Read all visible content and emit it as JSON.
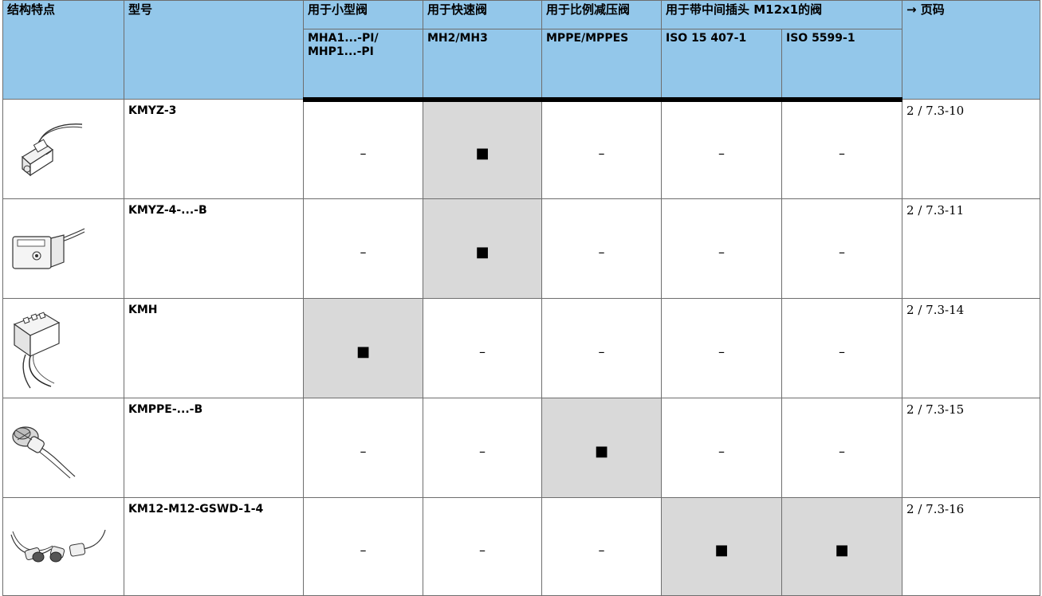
{
  "headers": {
    "structure": "结构特点",
    "model": "型号",
    "small_valve": "用于小型阀",
    "fast_valve": "用于快速阀",
    "proportional_valve": "用于比例减压阀",
    "m12_valve": "用于带中间插头 M12x1的阀",
    "page_ref": "→ 页码"
  },
  "subheaders": {
    "small_valve": "MHA1...-PI/ MHP1...-PI",
    "fast_valve": "MH2/MH3",
    "proportional_valve": "MPPE/MPPES",
    "iso_15407": "ISO 15 407-1",
    "iso_5599": "ISO 5599-1"
  },
  "symbols": {
    "yes": "■",
    "no": "–"
  },
  "rows": [
    {
      "model": "KMYZ-3",
      "icon": "solenoid-plug-connector-icon",
      "cells": [
        "–",
        "■",
        "–",
        "–",
        "–"
      ],
      "page": "2 / 7.3-10"
    },
    {
      "model": "KMYZ-4-...-B",
      "icon": "din-plug-connector-icon",
      "cells": [
        "–",
        "■",
        "–",
        "–",
        "–"
      ],
      "page": "2 / 7.3-11"
    },
    {
      "model": "KMH",
      "icon": "multi-pin-connector-icon",
      "cells": [
        "■",
        "–",
        "–",
        "–",
        "–"
      ],
      "page": "2 / 7.3-14"
    },
    {
      "model": "KMPPE-...-B",
      "icon": "angled-round-connector-icon",
      "cells": [
        "–",
        "–",
        "■",
        "–",
        "–"
      ],
      "page": "2 / 7.3-15"
    },
    {
      "model": "KM12-M12-GSWD-1-4",
      "icon": "m12-cable-pair-icon",
      "cells": [
        "–",
        "–",
        "–",
        "■",
        "■"
      ],
      "page": "2 / 7.3-16"
    }
  ],
  "colors": {
    "header_bg": "#93c7ea",
    "highlight_bg": "#d9d9d9",
    "border": "#6e6e6e"
  }
}
